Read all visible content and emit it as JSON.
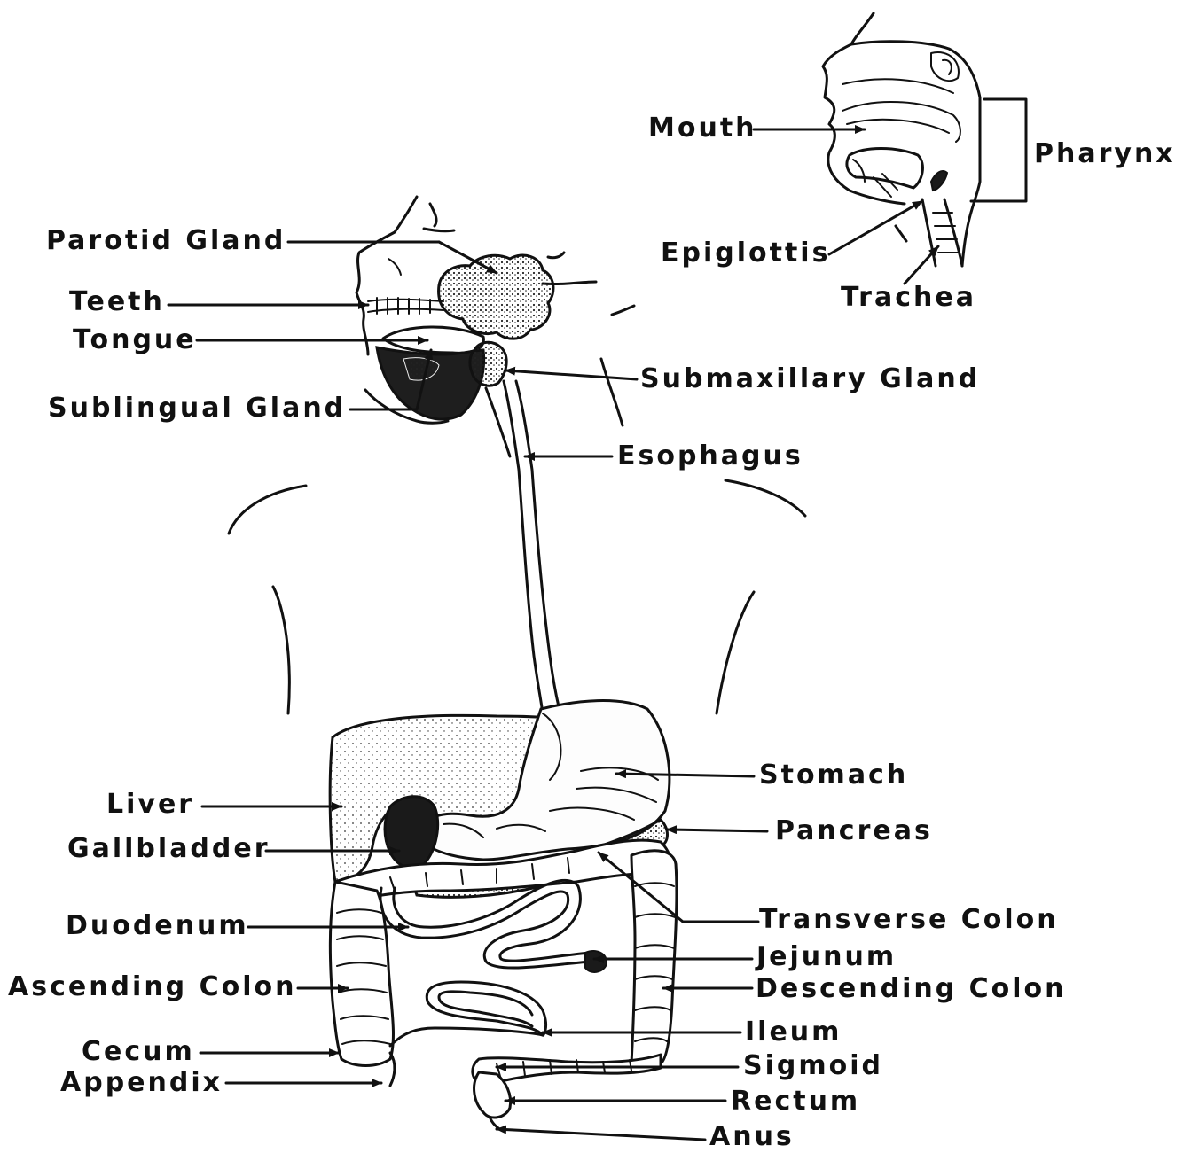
{
  "labels": {
    "mouth": "Mouth",
    "pharynx": "Pharynx",
    "epiglottis": "Epiglottis",
    "trachea": "Trachea",
    "parotid_gland": "Parotid Gland",
    "teeth": "Teeth",
    "tongue": "Tongue",
    "submaxillary_gland": "Submaxillary Gland",
    "sublingual_gland": "Sublingual Gland",
    "esophagus": "Esophagus",
    "stomach": "Stomach",
    "liver": "Liver",
    "pancreas": "Pancreas",
    "gallbladder": "Gallbladder",
    "transverse_colon": "Transverse Colon",
    "duodenum": "Duodenum",
    "jejunum": "Jejunum",
    "ascending_colon": "Ascending Colon",
    "descending_colon": "Descending Colon",
    "ileum": "Ileum",
    "cecum": "Cecum",
    "sigmoid": "Sigmoid",
    "appendix": "Appendix",
    "rectum": "Rectum",
    "anus": "Anus"
  }
}
